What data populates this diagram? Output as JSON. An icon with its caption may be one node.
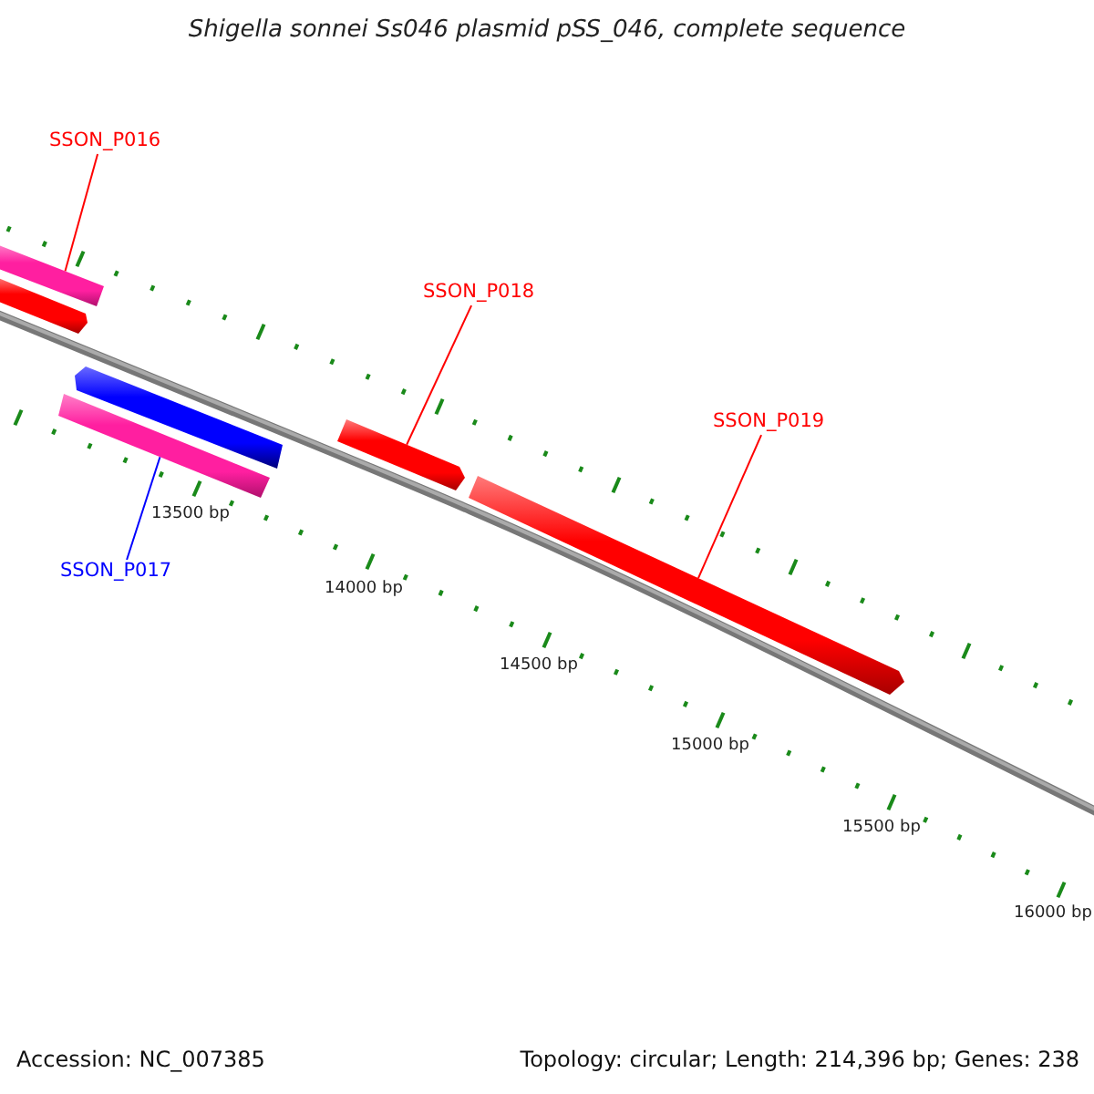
{
  "diagram": {
    "title": "Shigella sonnei Ss046 plasmid pSS_046, complete sequence",
    "nodes": [
      {
        "text": [
          "SSON_P016"
        ]
      },
      {
        "text": [],
        "shape": "bar"
      },
      {
        "text": [],
        "shape": "bar"
      },
      {
        "text": [],
        "shape": "bar"
      },
      {
        "text": [],
        "shape": "bar"
      },
      {
        "text": [
          "SSON_P017"
        ]
      },
      {
        "text": [
          "SSON_P018"
        ]
      },
      {
        "text": [],
        "shape": "bar"
      },
      {
        "text": [
          "SSON_P019"
        ]
      },
      {
        "text": [],
        "shape": "bar"
      }
    ],
    "edges": [
      {
        "from": 0,
        "to": 1,
        "arrow": "none"
      },
      {
        "from": 5,
        "to": 4,
        "arrow": "none",
        "color": "#0000ff"
      },
      {
        "from": 6,
        "to": 7,
        "arrow": "none"
      },
      {
        "from": 8,
        "to": 9,
        "arrow": "none"
      }
    ],
    "labels": [
      "13500 bp",
      "14000 bp",
      "14500 bp",
      "15000 bp",
      "15500 bp",
      "16000 bp",
      "Accession: NC_007385",
      "Topology: circular; Length: 214,396 bp; Genes: 238"
    ]
  }
}
